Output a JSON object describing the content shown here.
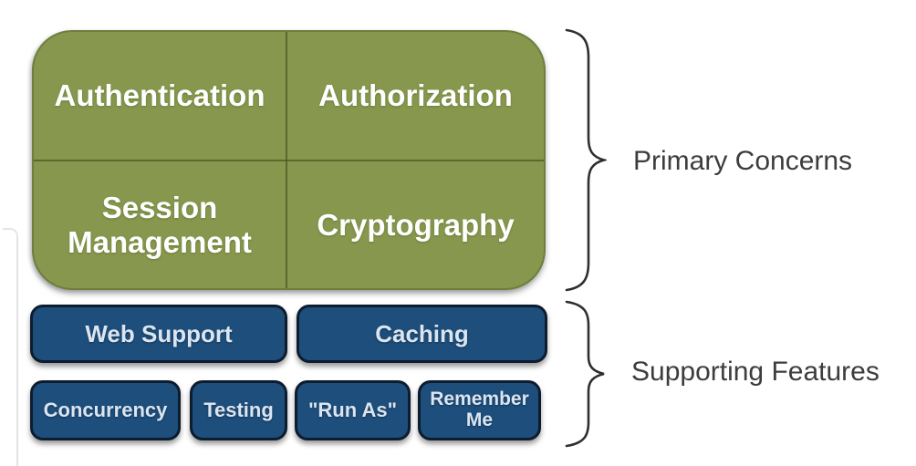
{
  "primary": {
    "label": "Primary Concerns",
    "cells": [
      "Authentication",
      "Authorization",
      "Session Management",
      "Cryptography"
    ]
  },
  "supporting": {
    "label": "Supporting Features",
    "features": [
      "Web Support",
      "Caching",
      "Concurrency",
      "Testing",
      "\"Run As\"",
      "Remember Me"
    ]
  },
  "colors": {
    "primary_fill": "#87974d",
    "primary_divider": "#4c5a20",
    "primary_text": "#ffffff",
    "feature_fill": "#1d4e7c",
    "feature_border": "#0d1c2e",
    "feature_text": "#dbe5f1",
    "side_label_text": "#3d3d3d",
    "brace_stroke": "#2f2f2f"
  }
}
